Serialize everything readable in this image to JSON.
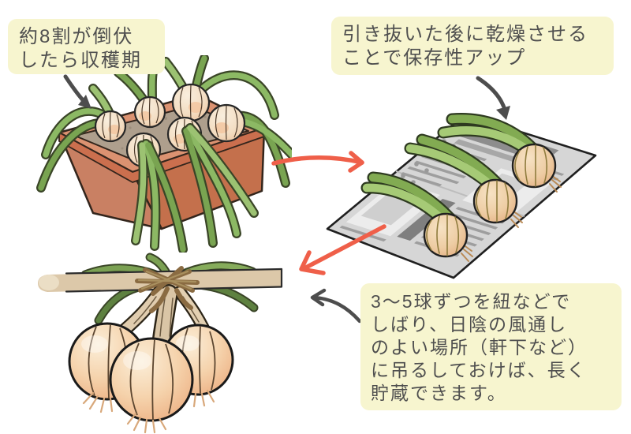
{
  "palette": {
    "background": "#ffffff",
    "callout_bg": "#f7f5cf",
    "text_color": "#4f4f4f",
    "flow_arrow_red": "#ef5f49",
    "callout_arrow_gray": "#4d4d4d",
    "terracotta_light": "#d98c69",
    "terracotta_mid": "#c97350",
    "terracotta_dark": "#b95f41",
    "soil_brown": "#ae9f8d",
    "leaf_green": "#8cb964",
    "onion_cream": "#f5e7d2",
    "onion_peach": "#f2c69c",
    "newspaper_gray": "#d6d6d6",
    "pole_tan": "#dcc8a9",
    "twine_brown": "#8a6b42"
  },
  "callouts": {
    "harvest_timing": {
      "lines": [
        "約8割が倒伏",
        "したら収穫期"
      ]
    },
    "drying": {
      "lines": [
        "引き抜いた後に乾燥させる",
        "ことで保存性アップ"
      ]
    },
    "storage": {
      "lines": [
        "3〜5球ずつを紐などで",
        "しばり、日陰の風通し",
        "のよい場所（軒下など）",
        "に吊るしておけば、長く",
        "貯蔵できます。"
      ]
    }
  },
  "illustrations": {
    "planter": {
      "depicts": "6個の玉ねぎが葉を倒伏させたプランター"
    },
    "newspaper": {
      "depicts": "新聞紙の上で乾燥させる3個の玉ねぎ"
    },
    "hanging": {
      "depicts": "紐でしばり竿に吊るした3個の玉ねぎ"
    }
  }
}
